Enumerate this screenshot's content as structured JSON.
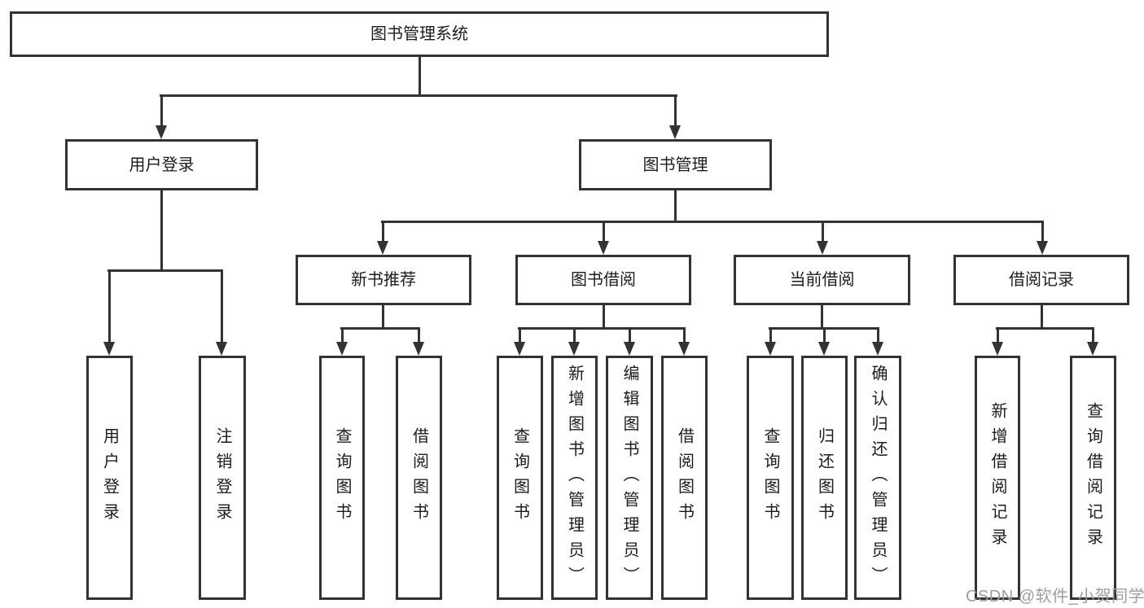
{
  "tree": {
    "root": {
      "label": "图书管理系统",
      "children": [
        {
          "label": "用户登录",
          "children": [
            {
              "label": "用户登录"
            },
            {
              "label": "注销登录"
            }
          ]
        },
        {
          "label": "图书管理",
          "children": [
            {
              "label": "新书推荐",
              "children": [
                {
                  "label": "查询图书"
                },
                {
                  "label": "借阅图书"
                }
              ]
            },
            {
              "label": "图书借阅",
              "children": [
                {
                  "label": "查询图书"
                },
                {
                  "label": "新增图书（管理员）"
                },
                {
                  "label": "编辑图书（管理员）"
                },
                {
                  "label": "借阅图书"
                }
              ]
            },
            {
              "label": "当前借阅",
              "children": [
                {
                  "label": "查询图书"
                },
                {
                  "label": "归还图书"
                },
                {
                  "label": "确认归还（管理员）"
                }
              ]
            },
            {
              "label": "借阅记录",
              "children": [
                {
                  "label": "新增借阅记录"
                },
                {
                  "label": "查询借阅记录"
                }
              ]
            }
          ]
        }
      ]
    }
  },
  "watermark": {
    "text": "CSDN @软件_小贺同学"
  },
  "colors": {
    "line": "#333333",
    "box_border": "#333333",
    "text": "#1c1c1c",
    "watermark": "#9d9d9d",
    "background": "#ffffff"
  }
}
